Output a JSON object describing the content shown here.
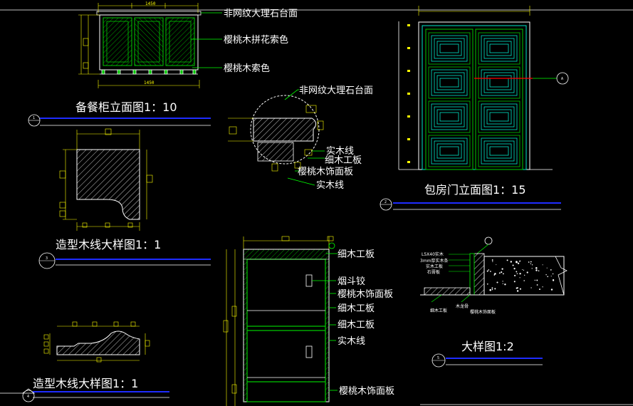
{
  "colors": {
    "background": "#000000",
    "linework": "#ffffff",
    "dimension": "#ffff00",
    "wood_panel": "#00c800",
    "door_frame": "#00e6c8",
    "leader": "#00ff00",
    "title_underline": "#1e2cff",
    "section_cut": "#ff0000"
  },
  "sideboard": {
    "title": "备餐柜立面图1：10",
    "dims": {
      "top": "1450",
      "bottom": "1450"
    },
    "labels": [
      "非网纹大理石台面",
      "樱桃木拼花索色",
      "樱桃木索色"
    ]
  },
  "detail_circle": {
    "labels": [
      "非网纹大理石台面",
      "实木线",
      "细木工板",
      "樱桃木饰面板",
      "实木线"
    ]
  },
  "door": {
    "title": "包房门立面图1：15",
    "bubble": "A"
  },
  "molding_1": {
    "title": "造型木线大样图1：1"
  },
  "molding_2": {
    "title": "造型木线大样图1：1"
  },
  "cabinet_section": {
    "labels": [
      "细木工板",
      "烟斗铰",
      "樱桃木饰面板",
      "细木工板",
      "细木工板",
      "实木线",
      "樱桃木饰面板"
    ]
  },
  "detail_2": {
    "title": "大样图1:2",
    "notes": [
      "L5X40实木",
      "3mm厚实木条",
      "实木工板",
      "石膏板",
      "细木工板",
      "木龙骨",
      "樱桃木饰面板"
    ]
  },
  "title_bubbles": [
    "1",
    "2",
    "3",
    "4",
    "5"
  ]
}
